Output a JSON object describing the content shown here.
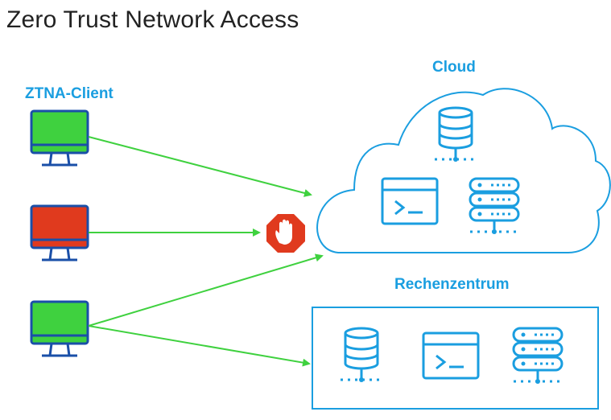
{
  "title": "Zero Trust Network Access",
  "labels": {
    "client": "ZTNA-Client",
    "cloud": "Cloud",
    "datacenter": "Rechenzentrum"
  },
  "colors": {
    "accent": "#1a9ee0",
    "allowed": "#3fd13f",
    "blocked": "#e03a1e",
    "arrow": "#3fd13f",
    "stop": "#e03a1e"
  },
  "icons": [
    "monitor-icon",
    "stop-hand-icon",
    "database-icon",
    "terminal-icon",
    "server-stack-icon"
  ]
}
